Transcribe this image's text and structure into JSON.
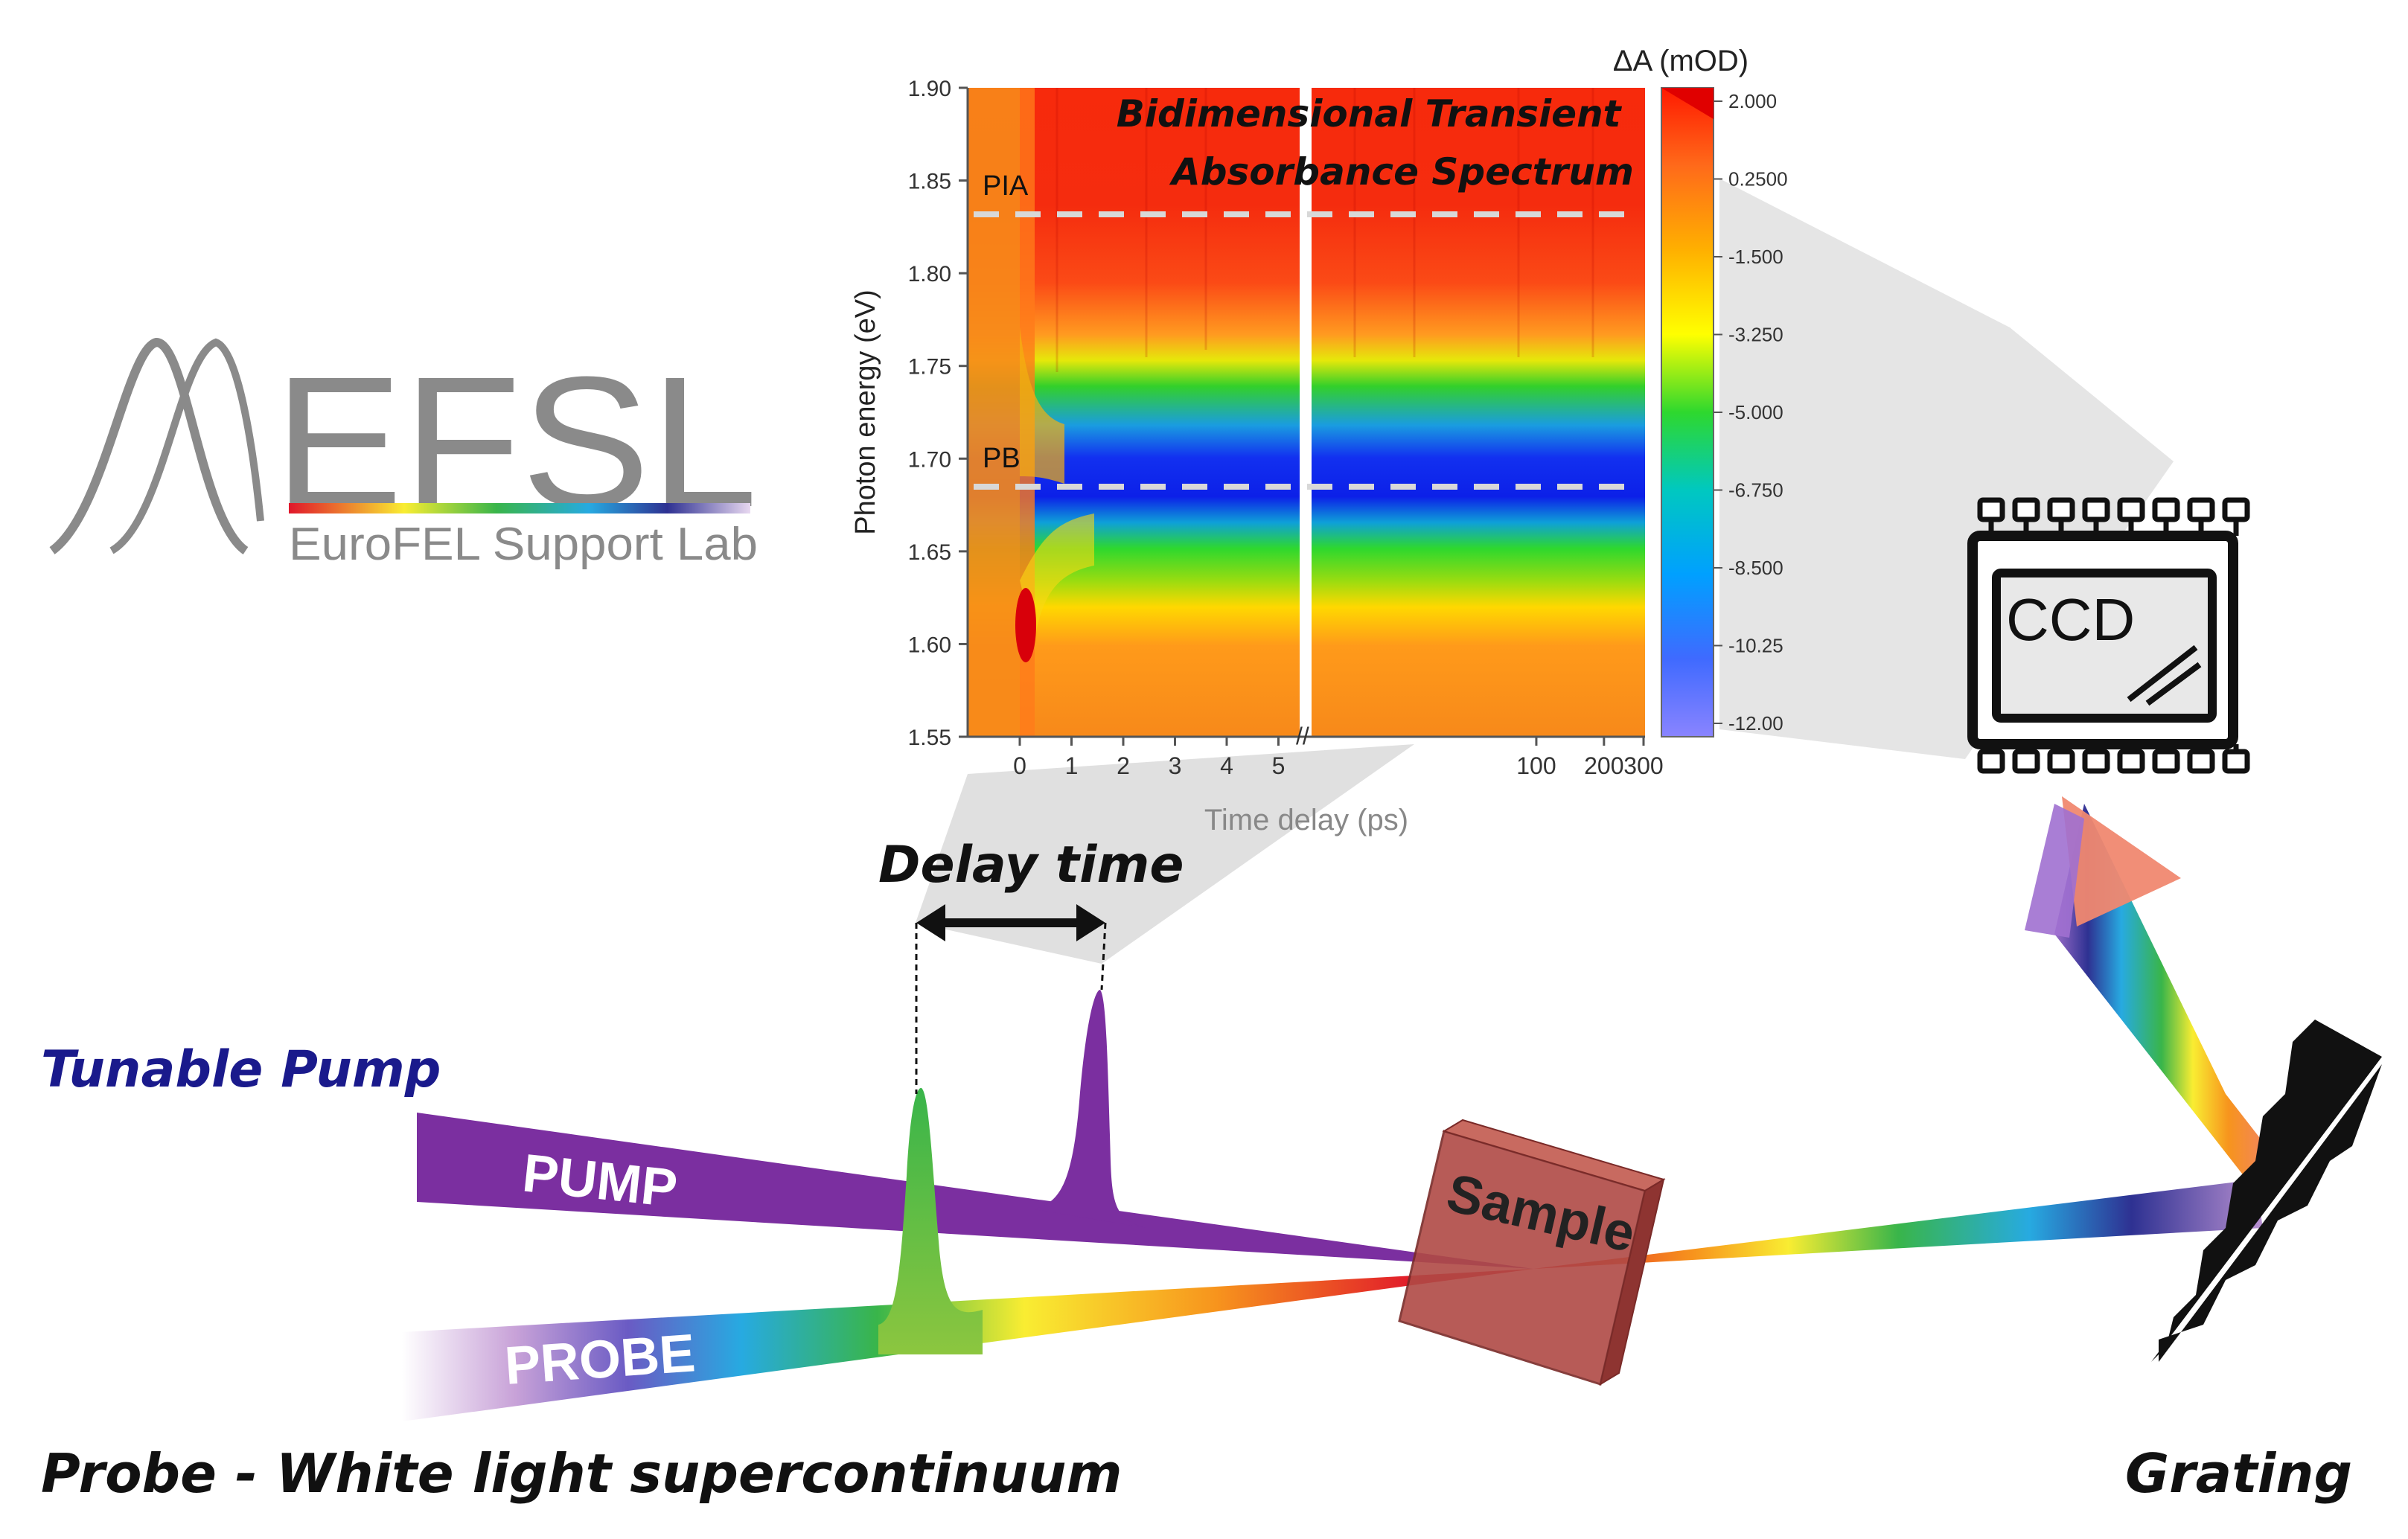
{
  "logo": {
    "name": "EFSL",
    "tagline": "EuroFEL Support Lab"
  },
  "labels": {
    "delay_time": "Delay time",
    "tunable_pump": "Tunable  Pump",
    "pump_beam": "PUMP",
    "probe_beam": "PROBE",
    "sample": "Sample",
    "ccd": "CCD",
    "probe_caption": "Probe - White light supercontinuum",
    "grating": "Grating"
  },
  "colors": {
    "pump": "#7b2fa0",
    "tunable_pump_text": "#1a1a8c",
    "sample_face": "#b04a45",
    "logo_gray": "#8a8a8a"
  },
  "chart_data": {
    "type": "heatmap",
    "title": "Bidimensional Transient Absorbance Spectrum",
    "xlabel": "Time delay (ps)",
    "ylabel": "Photon energy (eV)",
    "x_ticks_linear": [
      "0",
      "1",
      "2",
      "3",
      "4",
      "5"
    ],
    "x_ticks_log": [
      "100",
      "200",
      "300"
    ],
    "axis_break": "//",
    "y_ticks": [
      "1.55",
      "1.60",
      "1.65",
      "1.70",
      "1.75",
      "1.80",
      "1.85",
      "1.90"
    ],
    "ylim": [
      1.55,
      1.9
    ],
    "colorbar": {
      "label": "ΔA (mOD)",
      "ticks": [
        "2.000",
        "0.2500",
        "-1.500",
        "-3.250",
        "-5.000",
        "-6.750",
        "-8.500",
        "-10.25",
        "-12.00"
      ],
      "range": [
        -12.0,
        2.0
      ]
    },
    "markers": [
      {
        "label": "PIA",
        "energy_eV": 1.83
      },
      {
        "label": "PB",
        "energy_eV": 1.685
      }
    ]
  }
}
